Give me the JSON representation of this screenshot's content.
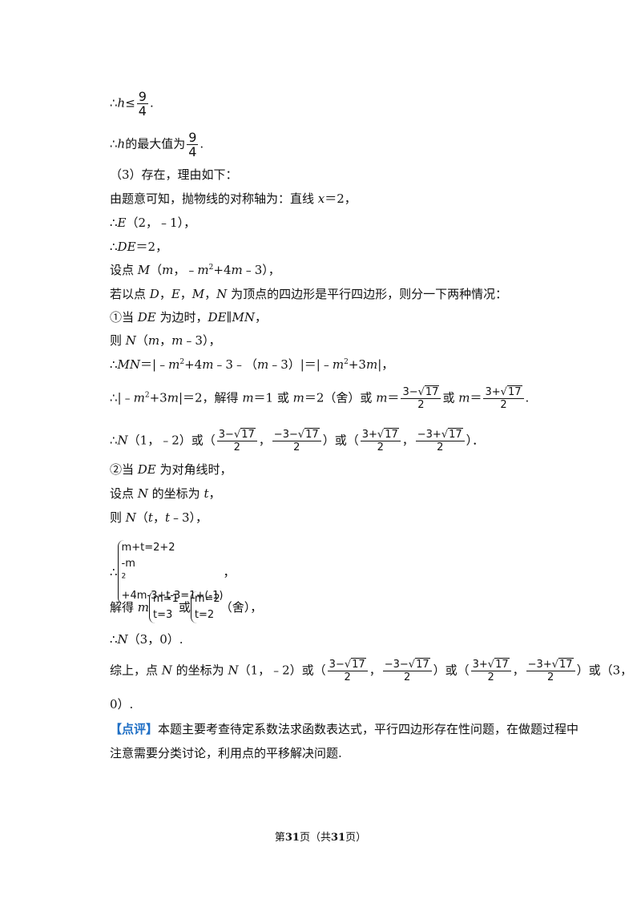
{
  "lines": {
    "l1": {
      "a": "∴",
      "b": "h",
      "c": "≤",
      "frac_num": "9",
      "frac_den": "4",
      "end": "."
    },
    "l2": {
      "a": "∴",
      "b": "h",
      "c": "的最大值为",
      "frac_num": "9",
      "frac_den": "4",
      "end": "."
    },
    "l3": "（3）存在，理由如下：",
    "l4": {
      "a": "由题意可知，抛物线的对称轴为：直线 ",
      "var": "x",
      "b": "＝2，"
    },
    "l5": {
      "a": "∴",
      "var": "E",
      "b": "（2，﹣1），"
    },
    "l6": {
      "a": "∴",
      "var": "DE",
      "b": "＝2，"
    },
    "l7": {
      "a": "设点 ",
      "v1": "M",
      "b": "（",
      "v2": "m",
      "c": "，﹣",
      "v3": "m",
      "sup": "2",
      "d": "+4",
      "v4": "m",
      "e": "﹣3），"
    },
    "l8": {
      "a": "若以点 ",
      "v1": "D",
      "b": "，",
      "v2": "E",
      "c": "，",
      "v3": "M",
      "d": "，",
      "v4": "N",
      "e": " 为顶点的四边形是平行四边形，则分一下两种情况："
    },
    "l9": {
      "a": "①当 ",
      "v1": "DE",
      "b": " 为边时，",
      "v2": "DE",
      "c": "∥",
      "v3": "MN",
      "d": "，"
    },
    "l10": {
      "a": "则 ",
      "v1": "N",
      "b": "（",
      "v2": "m",
      "c": "，",
      "v3": "m",
      "d": "﹣3），"
    },
    "l11": {
      "a": "∴",
      "v1": "MN",
      "b": "＝|﹣",
      "v2": "m",
      "sup1": "2",
      "c": "+4",
      "v3": "m",
      "d": "﹣3﹣（",
      "v4": "m",
      "e": "﹣3）|＝|﹣",
      "v5": "m",
      "sup2": "2",
      "f": "+3",
      "v6": "m",
      "g": "|，"
    },
    "l12": {
      "a": "∴|﹣",
      "v1": "m",
      "sup": "2",
      "b": "+3",
      "v2": "m",
      "c": "|＝2，解得 ",
      "v3": "m",
      "d": "＝1 或 ",
      "v4": "m",
      "e": "＝2（舍）或 ",
      "v5": "m",
      "f": "＝",
      "fr1_num_a": "3−",
      "fr1_num_r": "17",
      "fr1_den": "2",
      "g": "或 ",
      "v6": "m",
      "h": "＝",
      "fr2_num_a": "3+",
      "fr2_num_r": "17",
      "fr2_den": "2",
      "end": "."
    },
    "l13": {
      "a": "∴",
      "v1": "N",
      "b": "（1，﹣2）或（",
      "f1a": "3−",
      "f1r": "17",
      "f1d": "2",
      "c": "，",
      "f2a": "−3−",
      "f2r": "17",
      "f2d": "2",
      "d": "）或（",
      "f3a": "3+",
      "f3r": "17",
      "f3d": "2",
      "e": "，",
      "f4a": "−3+",
      "f4r": "17",
      "f4d": "2",
      "f": "）．"
    },
    "l14": {
      "a": "②当 ",
      "v1": "DE",
      "b": " 为对角线时，"
    },
    "l15": {
      "a": "设点 ",
      "v1": "N",
      "b": " 的坐标为 ",
      "v2": "t",
      "c": "，"
    },
    "l16": {
      "a": "则 ",
      "v1": "N",
      "b": "（",
      "v2": "t",
      "c": "，",
      "v3": "t",
      "d": "﹣3），"
    },
    "l17": {
      "a": "∴",
      "row1": "m+t=2+2",
      "row2_a": "-m",
      "row2_sup": "2",
      "row2_b": "+4m-3+t-3=1+(-1)",
      "end": "，"
    },
    "l18": {
      "a": "解得 ",
      "v1": "m",
      "s1r1": "m=1",
      "s1r2": "t=3",
      "b": "或",
      "s2r1": "m=2",
      "s2r2": "t=2",
      "c": "（舍），"
    },
    "l19": {
      "a": "∴",
      "v1": "N",
      "b": "（3，0）."
    },
    "l20": {
      "a": "综上，点 ",
      "v1": "N",
      "b": " 的坐标为 ",
      "v2": "N",
      "c": "（1，﹣2）或（",
      "f1a": "3−",
      "f1r": "17",
      "f1d": "2",
      "d": "，",
      "f2a": "−3−",
      "f2r": "17",
      "f2d": "2",
      "e": "）或（",
      "f3a": "3+",
      "f3r": "17",
      "f3d": "2",
      "f": "，",
      "f4a": "−3+",
      "f4r": "17",
      "f4d": "2",
      "g": "）或（3，"
    },
    "l21": "0）.",
    "l22": {
      "tag": "【点评】",
      "text": "本题主要考查待定系数法求函数表达式，平行四边形存在性问题，在做题过程中"
    },
    "l23": "注意需要分类讨论，利用点的平移解决问题."
  },
  "footer": {
    "a": "第",
    "page": "31",
    "b": "页（共",
    "total": "31",
    "c": "页）"
  }
}
